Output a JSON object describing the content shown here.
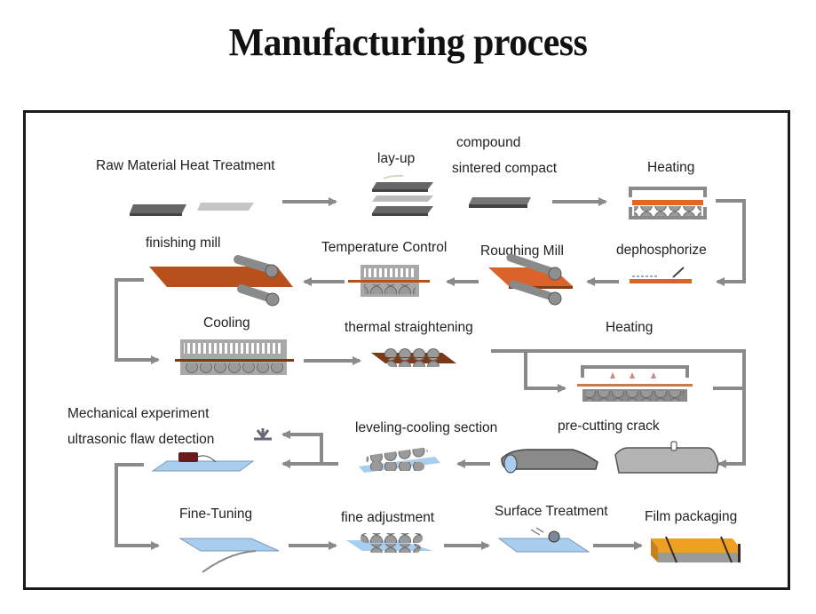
{
  "title": "Manufacturing process",
  "colors": {
    "arrow": "#8a8a8a",
    "steel_dark": "#5a5a5a",
    "steel_light": "#b9b9b9",
    "hot_plate": "#c2561e",
    "cold_plate": "#a9cdee",
    "package": "#f0a020",
    "frame": "#1a1a1a"
  },
  "steps": [
    {
      "id": "raw-material-heat-treatment",
      "label": "Raw Material Heat Treatment",
      "icon": "steel-plates-icon"
    },
    {
      "id": "lay-up",
      "label": "lay-up",
      "icon": "stacked-plates-icon"
    },
    {
      "id": "compound-sintered-compact",
      "label_line1": "compound",
      "label_line2": "sintered compact",
      "icon": "compact-slab-icon"
    },
    {
      "id": "heating-1",
      "label": "Heating",
      "icon": "furnace-icon"
    },
    {
      "id": "dephosphorize",
      "label": "dephosphorize",
      "icon": "descaling-spray-icon"
    },
    {
      "id": "roughing-mill",
      "label": "Roughing Mill",
      "icon": "rolling-mill-icon"
    },
    {
      "id": "temperature-control",
      "label": "Temperature Control",
      "icon": "temperature-chamber-icon"
    },
    {
      "id": "finishing-mill",
      "label": "finishing mill",
      "icon": "rolling-mill-icon"
    },
    {
      "id": "cooling",
      "label": "Cooling",
      "icon": "cooling-chamber-icon"
    },
    {
      "id": "thermal-straightening",
      "label": "thermal straightening",
      "icon": "roller-straightener-icon"
    },
    {
      "id": "heating-2",
      "label": "Heating",
      "icon": "furnace-icon"
    },
    {
      "id": "pre-cutting-crack",
      "label": "pre-cutting crack",
      "icon": "cutting-plate-icon"
    },
    {
      "id": "curved-plate",
      "label": "",
      "icon": "curved-plate-icon"
    },
    {
      "id": "leveling-cooling-section",
      "label": "leveling-cooling section",
      "icon": "leveler-icon"
    },
    {
      "id": "mechanical-experiment",
      "label_line1": "Mechanical experiment",
      "label_line2": "ultrasonic flaw detection",
      "icon": "flaw-detector-icon"
    },
    {
      "id": "fine-tuning",
      "label": "Fine-Tuning",
      "icon": "blue-plate-icon"
    },
    {
      "id": "fine-adjustment",
      "label": "fine adjustment",
      "icon": "roller-leveler-icon"
    },
    {
      "id": "surface-treatment",
      "label": "Surface Treatment",
      "icon": "surface-grinder-icon"
    },
    {
      "id": "film-packaging",
      "label": "Film packaging",
      "icon": "packaged-bundle-icon"
    }
  ]
}
